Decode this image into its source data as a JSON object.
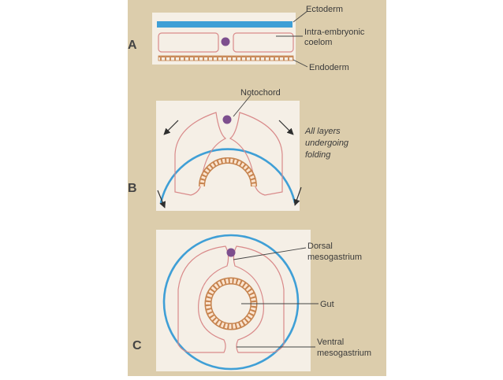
{
  "panels": {
    "a": {
      "letter": "A",
      "labels": {
        "ectoderm": "Ectoderm",
        "coelom_line1": "Intra-embryonic",
        "coelom_line2": "coelom",
        "endoderm": "Endoderm"
      }
    },
    "b": {
      "letter": "B",
      "labels": {
        "notochord": "Notochord",
        "folding_line1": "All layers",
        "folding_line2": "undergoing",
        "folding_line3": "folding"
      }
    },
    "c": {
      "letter": "C",
      "labels": {
        "dorsal_line1": "Dorsal",
        "dorsal_line2": "mesogastrium",
        "gut": "Gut",
        "ventral_line1": "Ventral",
        "ventral_line2": "mesogastrium"
      }
    }
  },
  "colors": {
    "page_background": "#d9c9a6",
    "panel_background": "#f5efe6",
    "ectoderm": "#3f9fd6",
    "mesoderm": "#d98a8a",
    "notochord": "#7d4f8e",
    "endoderm": "#c6834e",
    "leader": "#444444",
    "label_text": "#3a3a3a"
  },
  "icons": {
    "folding_arrows": "arrow-down-left-icon, arrow-down-right-icon"
  }
}
